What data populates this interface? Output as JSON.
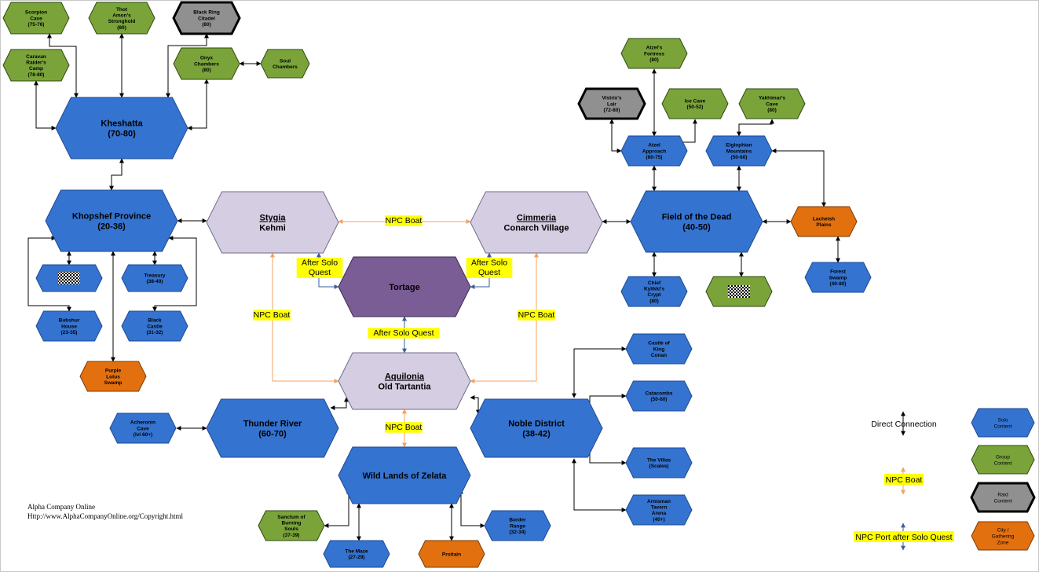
{
  "colors": {
    "solo": "#3473d0",
    "group": "#7aa43a",
    "raid": "#909090",
    "city": "#e3700f",
    "city_hub": "#d5cde2",
    "tortage": "#7b5d96",
    "direct": "#000000",
    "npc_boat": "#f4a060",
    "solo_port": "#3a5f9c",
    "highlight": "#ffff00"
  },
  "nodes": {
    "scorpion": {
      "lines": [
        "Scorpion",
        "Cave",
        "(75-76)"
      ],
      "type": "group"
    },
    "thot": {
      "lines": [
        "Thot",
        "Amon's",
        "Stronghold",
        "(80)"
      ],
      "type": "group"
    },
    "blackring": {
      "lines": [
        "Black Ring",
        "Citadel",
        "(80)"
      ],
      "type": "raid"
    },
    "caravan": {
      "lines": [
        "Caravan",
        "Raider's",
        "Camp",
        "(78-80)"
      ],
      "type": "group"
    },
    "onyx": {
      "lines": [
        "Onyx",
        "Chambers",
        "(80)"
      ],
      "type": "group"
    },
    "soul": {
      "lines": [
        "Soul",
        "Chambers"
      ],
      "type": "group"
    },
    "kheshatta": {
      "lines": [
        "Kheshatta",
        "(70-80)"
      ],
      "type": "solo"
    },
    "khopshef": {
      "lines": [
        "Khopshef Province",
        "(20-36)"
      ],
      "type": "solo"
    },
    "khop_unk": {
      "lines": [],
      "type": "solo"
    },
    "treasury": {
      "lines": [
        "Treasury",
        "(38-40)"
      ],
      "type": "solo"
    },
    "bubshur": {
      "lines": [
        "Bubshur",
        "House",
        "(23-35)"
      ],
      "type": "solo"
    },
    "blackcastle": {
      "lines": [
        "Black",
        "Castle",
        "(31-32)"
      ],
      "type": "solo"
    },
    "purplelotus": {
      "lines": [
        "Purple",
        "Lotus",
        "Swamp"
      ],
      "type": "city"
    },
    "stygia": {
      "lines": [
        "Stygia",
        "Kehmi"
      ],
      "type": "city_hub"
    },
    "cimmeria": {
      "lines": [
        "Cimmeria",
        "Conarch Village"
      ],
      "type": "city_hub"
    },
    "tortage": {
      "lines": [
        "Tortage"
      ],
      "type": "tortage"
    },
    "aquilonia": {
      "lines": [
        "Aquilonia",
        "Old Tartantia"
      ],
      "type": "city_hub"
    },
    "field": {
      "lines": [
        "Field of the Dead",
        "(40-50)"
      ],
      "type": "solo"
    },
    "atzelfort": {
      "lines": [
        "Atzel's",
        "Fortress",
        "(80)"
      ],
      "type": "group"
    },
    "vistrix": {
      "lines": [
        "Vistrix's",
        "Lair",
        "(72-80)"
      ],
      "type": "raid"
    },
    "icecave": {
      "lines": [
        "Ice Cave",
        "(50-52)"
      ],
      "type": "group"
    },
    "yakhimar": {
      "lines": [
        "Yakhimar's",
        "Cave",
        "(80)"
      ],
      "type": "group"
    },
    "atzelapp": {
      "lines": [
        "Atzel",
        "Approach",
        "(60-75)"
      ],
      "type": "solo"
    },
    "eiglophian": {
      "lines": [
        "Eiglophian",
        "Mountains",
        "(50-60)"
      ],
      "type": "solo"
    },
    "lacheish": {
      "lines": [
        "Lacheish",
        "Plains"
      ],
      "type": "city"
    },
    "chief": {
      "lines": [
        "Chief",
        "Kylikki's",
        "Crypt",
        "(80)"
      ],
      "type": "solo"
    },
    "field_unk": {
      "lines": [],
      "type": "group"
    },
    "forestswamp": {
      "lines": [
        "Forest",
        "Swamp",
        "(40-80)"
      ],
      "type": "solo"
    },
    "thunder": {
      "lines": [
        "Thunder River",
        "(60-70)"
      ],
      "type": "solo"
    },
    "acheronin": {
      "lines": [
        "Acheronin",
        "Cave",
        "(lvl 60+)"
      ],
      "type": "solo"
    },
    "noble": {
      "lines": [
        "Noble District",
        "(38-42)"
      ],
      "type": "solo"
    },
    "castleconan": {
      "lines": [
        "Castle of",
        "King",
        "Conan"
      ],
      "type": "solo"
    },
    "catacombs": {
      "lines": [
        "Catacombs",
        "(50-60)"
      ],
      "type": "solo"
    },
    "villas": {
      "lines": [
        "The Villas",
        "(Scales)"
      ],
      "type": "solo"
    },
    "armsman": {
      "lines": [
        "Armsman",
        "Tavern",
        "Arena",
        "(40+)"
      ],
      "type": "solo"
    },
    "wildlands": {
      "lines": [
        "Wild Lands of Zelata"
      ],
      "type": "solo"
    },
    "sanctum": {
      "lines": [
        "Sanctum of",
        "Burning",
        "Souls",
        "(37-39)"
      ],
      "type": "group"
    },
    "maze": {
      "lines": [
        "The Maze",
        "(27-29)"
      ],
      "type": "solo"
    },
    "proitain": {
      "lines": [
        "Proitain"
      ],
      "type": "city"
    },
    "border": {
      "lines": [
        "Border",
        "Range",
        "(32-34)"
      ],
      "type": "solo"
    }
  },
  "edge_labels": {
    "npc_boat": "NPC Boat",
    "after_solo_quest": "After Solo Quest",
    "after_solo": "After Solo",
    "quest": "Quest"
  },
  "legend": {
    "direct": "Direct Connection",
    "npc_boat": "NPC Boat",
    "solo_port": "NPC Port after Solo Quest",
    "solo_box": [
      "Solo",
      "Content"
    ],
    "group_box": [
      "Group",
      "Content"
    ],
    "raid_box": [
      "Raid",
      "Content"
    ],
    "city_box": [
      "City /",
      "Gathering",
      "Zone"
    ]
  },
  "footer": {
    "line1": "Alpha Company Online",
    "line2": "Http://www.AlphaCompanyOnline.org/Copyright.html"
  }
}
